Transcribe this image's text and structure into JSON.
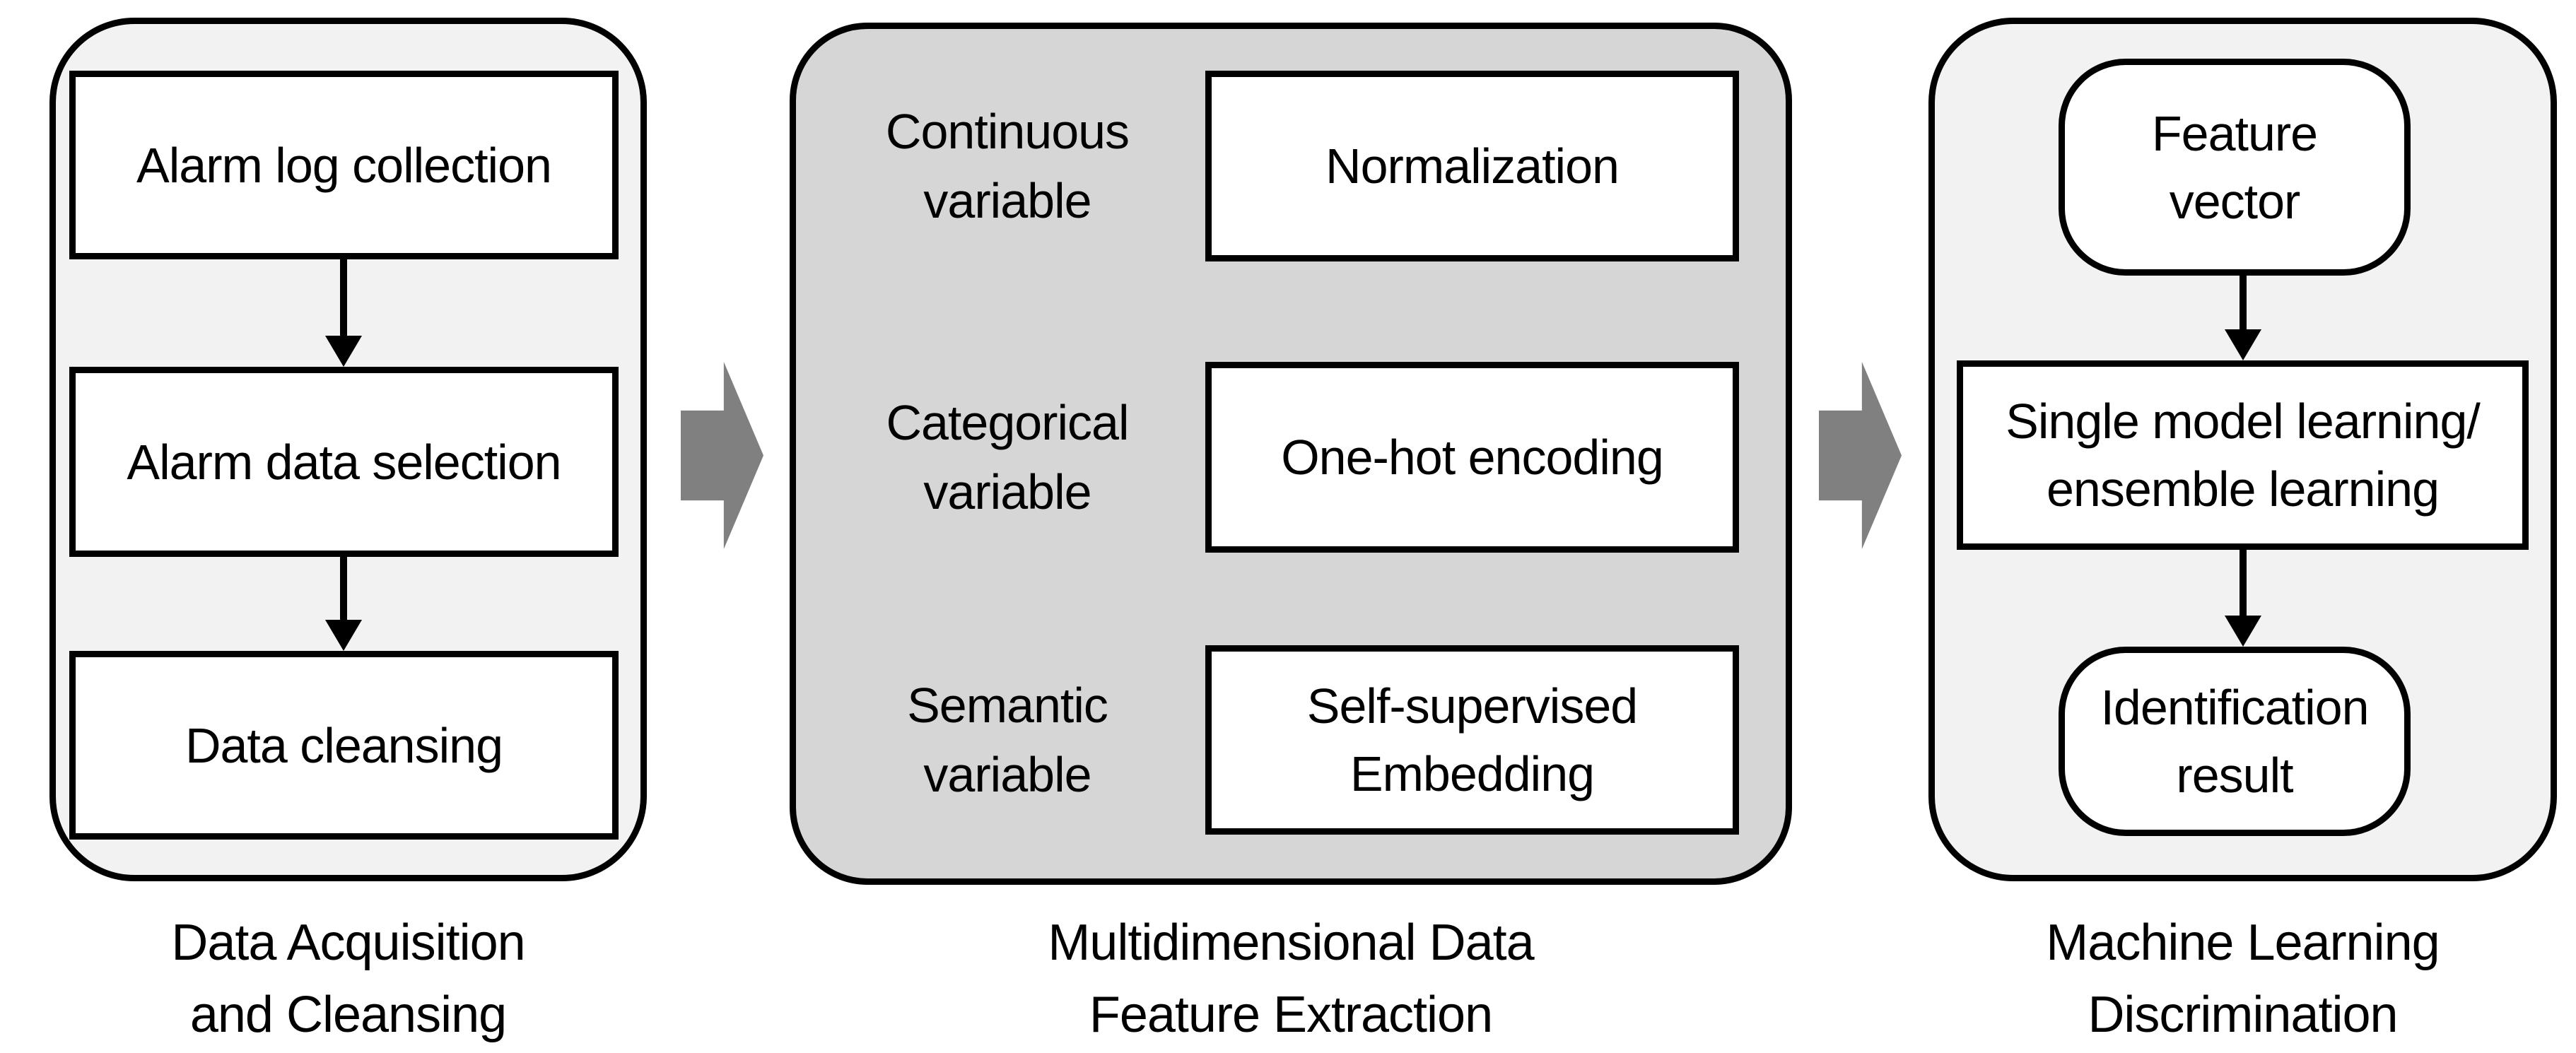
{
  "palette": {
    "outer_panel_fill": "#f2f2f2",
    "middle_panel_fill": "#d6d6d6",
    "node_fill": "#ffffff",
    "border": "#000000",
    "block_arrow": "#808080"
  },
  "panels": [
    {
      "caption": "Data Acquisition\nand Cleansing",
      "boxes": [
        {
          "label": "Alarm log collection"
        },
        {
          "label": "Alarm data selection"
        },
        {
          "label": "Data cleansing"
        }
      ]
    },
    {
      "caption": "Multidimensional Data\nFeature Extraction",
      "rows": [
        {
          "label": "Continuous\nvariable",
          "box": "Normalization"
        },
        {
          "label": "Categorical\nvariable",
          "box": "One-hot encoding"
        },
        {
          "label": "Semantic\nvariable",
          "box": "Self-supervised\nEmbedding"
        }
      ]
    },
    {
      "caption": "Machine Learning\nDiscrimination",
      "nodes": [
        {
          "label": "Feature\nvector",
          "shape": "rounded"
        },
        {
          "label": "Single model learning/\nensemble learning",
          "shape": "rect"
        },
        {
          "label": "Identification\nresult",
          "shape": "rounded"
        }
      ]
    }
  ]
}
